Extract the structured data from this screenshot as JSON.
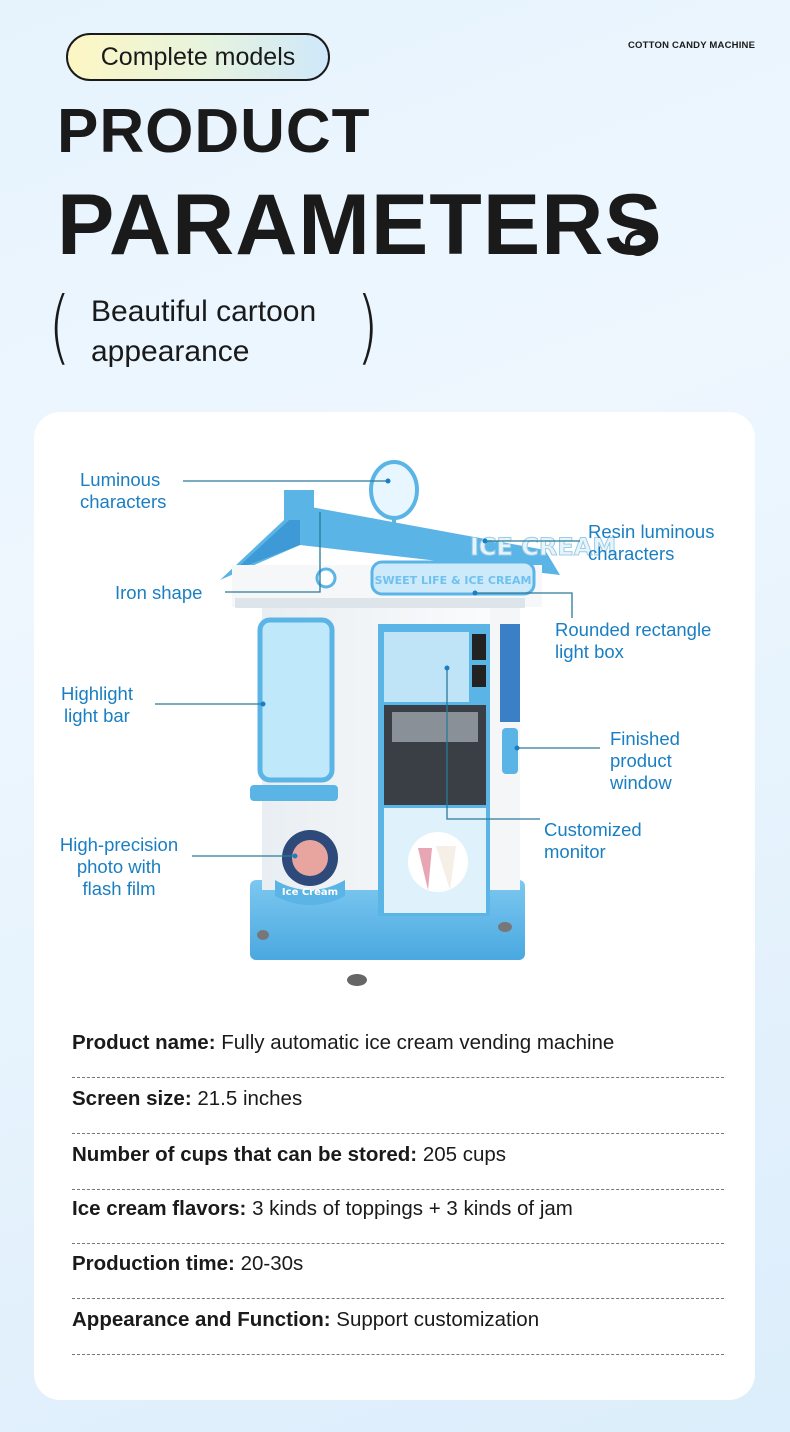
{
  "header": {
    "badge": "Complete models",
    "brand": "COTTON CANDY MACHINE",
    "title_line1": "PRODUCT",
    "title_line2": "PARAMETERS",
    "subtitle_line1": "Beautiful cartoon",
    "subtitle_line2": "appearance"
  },
  "callouts": {
    "luminous": [
      "Luminous",
      "characters"
    ],
    "resin": [
      "Resin luminous",
      "characters"
    ],
    "iron": [
      "Iron shape"
    ],
    "lightbox": [
      "Rounded rectangle",
      "light box"
    ],
    "lightbar": [
      "Highlight",
      "light bar"
    ],
    "window": [
      "Finished",
      "product",
      "window"
    ],
    "monitor": [
      "Customized",
      "monitor"
    ],
    "photo": [
      "High-precision",
      "photo with",
      "flash film"
    ]
  },
  "machine": {
    "sign_text": "SWEET LIFE & ICE CREAM",
    "decal_text": "Ice Cream"
  },
  "specs": [
    {
      "label": "Product name:",
      "value": "Fully automatic ice cream vending machine"
    },
    {
      "label": "Screen size:",
      "value": "21.5 inches"
    },
    {
      "label": "Number of cups that can be stored:",
      "value": "205 cups"
    },
    {
      "label": "Ice cream flavors:",
      "value": "3 kinds of toppings + 3 kinds of jam"
    },
    {
      "label": "Production time:",
      "value": "20-30s"
    },
    {
      "label": "Appearance and Function:",
      "value": "Support customization"
    }
  ],
  "colors": {
    "accent": "#1a7fc2",
    "machine_blue": "#5ab4e6",
    "line": "#2a7a9a"
  }
}
